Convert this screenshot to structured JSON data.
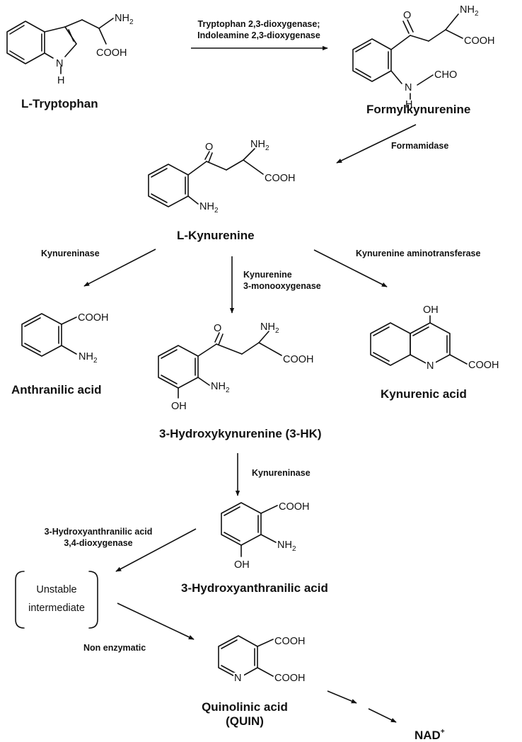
{
  "compounds": {
    "tryptophan": "L-Tryptophan",
    "formylkynurenine": "Formylkynurenine",
    "kynurenine": "L-Kynurenine",
    "anthranilic": "Anthranilic acid",
    "hydroxykynurenine": "3-Hydroxykynurenine (3-HK)",
    "kynurenic": "Kynurenic acid",
    "hydroxyanthranilic": "3-Hydroxyanthranilic acid",
    "quinolinic_line1": "Quinolinic acid",
    "quinolinic_line2": "(QUIN)",
    "nad": "NAD",
    "nad_sup": "+"
  },
  "intermediate": {
    "line1": "Unstable",
    "line2": "intermediate"
  },
  "enzymes": {
    "tdo_ido_line1": "Tryptophan 2,3-dioxygenase;",
    "tdo_ido_line2": "Indoleamine 2,3-dioxygenase",
    "formamidase": "Formamidase",
    "kynureninase_1": "Kynureninase",
    "kmo_line1": "Kynurenine",
    "kmo_line2": "3-monooxygenase",
    "kat": "Kynurenine aminotransferase",
    "kynureninase_2": "Kynureninase",
    "haao_line1": "3-Hydroxyanthranilic acid",
    "haao_line2": "3,4-dioxygenase",
    "non_enzymatic": "Non enzymatic"
  },
  "atoms": {
    "nh": "NH",
    "two": "2",
    "cooh": "COOH",
    "oh": "OH",
    "o": "O",
    "n": "N",
    "h": "H",
    "cho": "CHO"
  }
}
